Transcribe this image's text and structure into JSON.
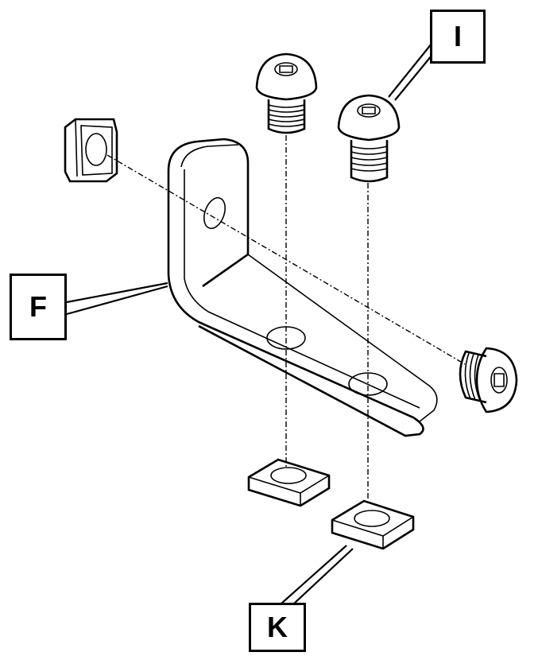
{
  "callouts": {
    "i": "I",
    "f": "F",
    "k": "K"
  },
  "parts": {
    "bracket": "l-bracket",
    "screws": [
      "button-head-screw",
      "button-head-screw",
      "button-head-screw"
    ],
    "nuts": [
      "square-nut",
      "square-nut",
      "square-nut"
    ]
  }
}
